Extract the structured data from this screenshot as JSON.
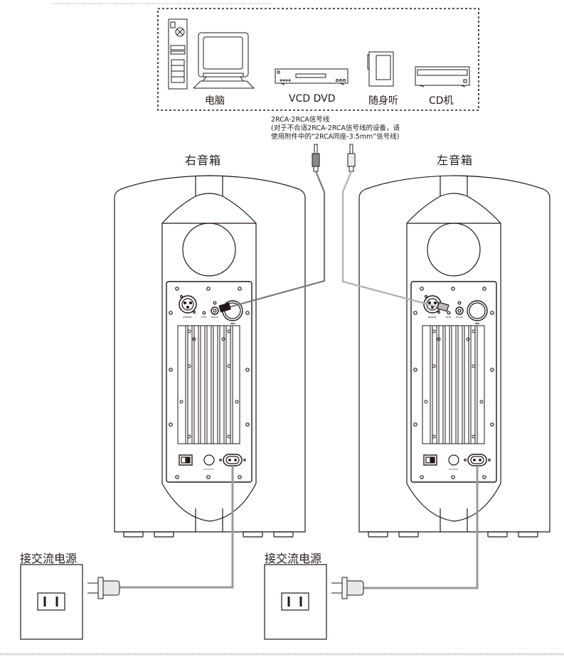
{
  "source_devices": {
    "items": [
      {
        "label": "电脑",
        "icon": "computer-icon"
      },
      {
        "label": "VCD DVD",
        "icon": "dvd-player-icon"
      },
      {
        "label": "随身听",
        "icon": "portable-player-icon"
      },
      {
        "label": "CD机",
        "icon": "cd-player-icon"
      }
    ]
  },
  "cable_note": {
    "line1": "2RCA-2RCA信号线",
    "line2": "(对于不合适2RCA-2RCA信号线的设备，请",
    "line3": "使用附件中的“2RCA同座-3.5mm”信号线)"
  },
  "speakers": {
    "right": {
      "title": "右音箱"
    },
    "left": {
      "title": "左音箱"
    }
  },
  "power": {
    "right": {
      "label": "接交流电源"
    },
    "left": {
      "label": "接交流电源"
    }
  },
  "colors": {
    "line": "#231815",
    "cable_dark": "#7a7a7a",
    "cable_light": "#b0b0b0",
    "plug_fill": "#e8e8e8"
  }
}
